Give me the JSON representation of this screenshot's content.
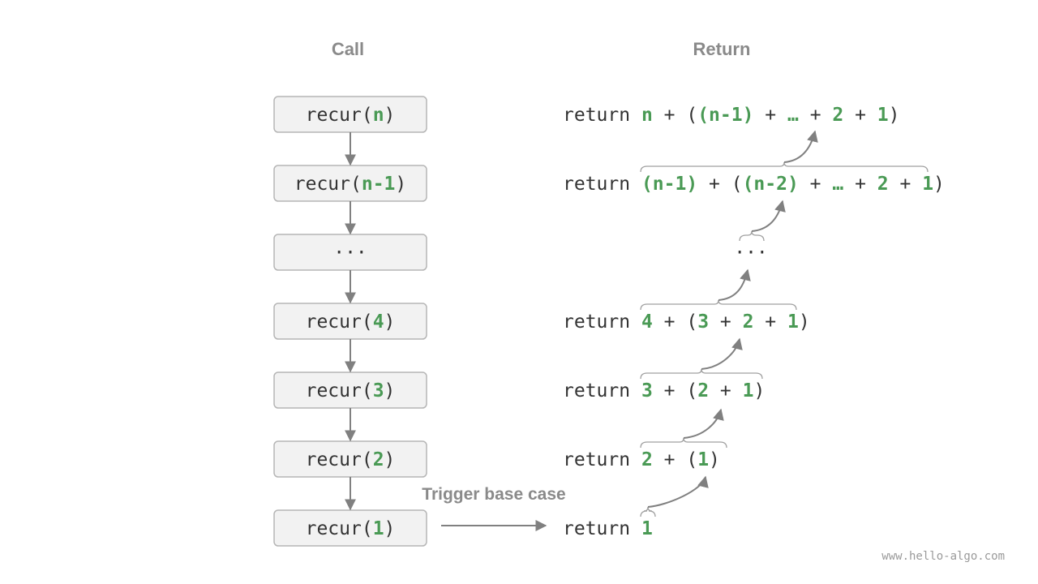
{
  "headers": {
    "call": "Call",
    "return": "Return"
  },
  "call_stack": [
    [
      {
        "t": "recur(",
        "c": "d"
      },
      {
        "t": "n",
        "c": "g"
      },
      {
        "t": ")",
        "c": "d"
      }
    ],
    [
      {
        "t": "recur(",
        "c": "d"
      },
      {
        "t": "n-1",
        "c": "g"
      },
      {
        "t": ")",
        "c": "d"
      }
    ],
    [
      {
        "t": "···",
        "c": "d"
      }
    ],
    [
      {
        "t": "recur(",
        "c": "d"
      },
      {
        "t": "4",
        "c": "g"
      },
      {
        "t": ")",
        "c": "d"
      }
    ],
    [
      {
        "t": "recur(",
        "c": "d"
      },
      {
        "t": "3",
        "c": "g"
      },
      {
        "t": ")",
        "c": "d"
      }
    ],
    [
      {
        "t": "recur(",
        "c": "d"
      },
      {
        "t": "2",
        "c": "g"
      },
      {
        "t": ")",
        "c": "d"
      }
    ],
    [
      {
        "t": "recur(",
        "c": "d"
      },
      {
        "t": "1",
        "c": "g"
      },
      {
        "t": ")",
        "c": "d"
      }
    ]
  ],
  "return_lines": [
    [
      {
        "t": "return ",
        "c": "d"
      },
      {
        "t": "n",
        "c": "g"
      },
      {
        "t": " + (",
        "c": "d"
      },
      {
        "t": "(n-1)",
        "c": "g"
      },
      {
        "t": " + ",
        "c": "d"
      },
      {
        "t": "…",
        "c": "g"
      },
      {
        "t": " + ",
        "c": "d"
      },
      {
        "t": "2",
        "c": "g"
      },
      {
        "t": " + ",
        "c": "d"
      },
      {
        "t": "1",
        "c": "g"
      },
      {
        "t": ")",
        "c": "d"
      }
    ],
    [
      {
        "t": "return ",
        "c": "d"
      },
      {
        "t": "(n-1)",
        "c": "g"
      },
      {
        "t": " + (",
        "c": "d"
      },
      {
        "t": "(n-2)",
        "c": "g"
      },
      {
        "t": " + ",
        "c": "d"
      },
      {
        "t": "…",
        "c": "g"
      },
      {
        "t": " + ",
        "c": "d"
      },
      {
        "t": "2",
        "c": "g"
      },
      {
        "t": " + ",
        "c": "d"
      },
      {
        "t": "1",
        "c": "g"
      },
      {
        "t": ")",
        "c": "d"
      }
    ],
    [
      {
        "t": "···",
        "c": "d"
      }
    ],
    [
      {
        "t": "return ",
        "c": "d"
      },
      {
        "t": "4",
        "c": "g"
      },
      {
        "t": " + (",
        "c": "d"
      },
      {
        "t": "3",
        "c": "g"
      },
      {
        "t": " + ",
        "c": "d"
      },
      {
        "t": "2",
        "c": "g"
      },
      {
        "t": " + ",
        "c": "d"
      },
      {
        "t": "1",
        "c": "g"
      },
      {
        "t": ")",
        "c": "d"
      }
    ],
    [
      {
        "t": "return ",
        "c": "d"
      },
      {
        "t": "3",
        "c": "g"
      },
      {
        "t": " + (",
        "c": "d"
      },
      {
        "t": "2",
        "c": "g"
      },
      {
        "t": " + ",
        "c": "d"
      },
      {
        "t": "1",
        "c": "g"
      },
      {
        "t": ")",
        "c": "d"
      }
    ],
    [
      {
        "t": "return ",
        "c": "d"
      },
      {
        "t": "2",
        "c": "g"
      },
      {
        "t": " + (",
        "c": "d"
      },
      {
        "t": "1",
        "c": "g"
      },
      {
        "t": ")",
        "c": "d"
      }
    ],
    [
      {
        "t": "return ",
        "c": "d"
      },
      {
        "t": "1",
        "c": "g"
      }
    ]
  ],
  "trigger_label": "Trigger base case",
  "watermark": "www.hello-algo.com",
  "colors": {
    "highlight": "#4a9a55",
    "text": "#333333",
    "box_fill": "#f2f2f2",
    "box_border": "#b5b5b5",
    "arrow": "#808080"
  }
}
